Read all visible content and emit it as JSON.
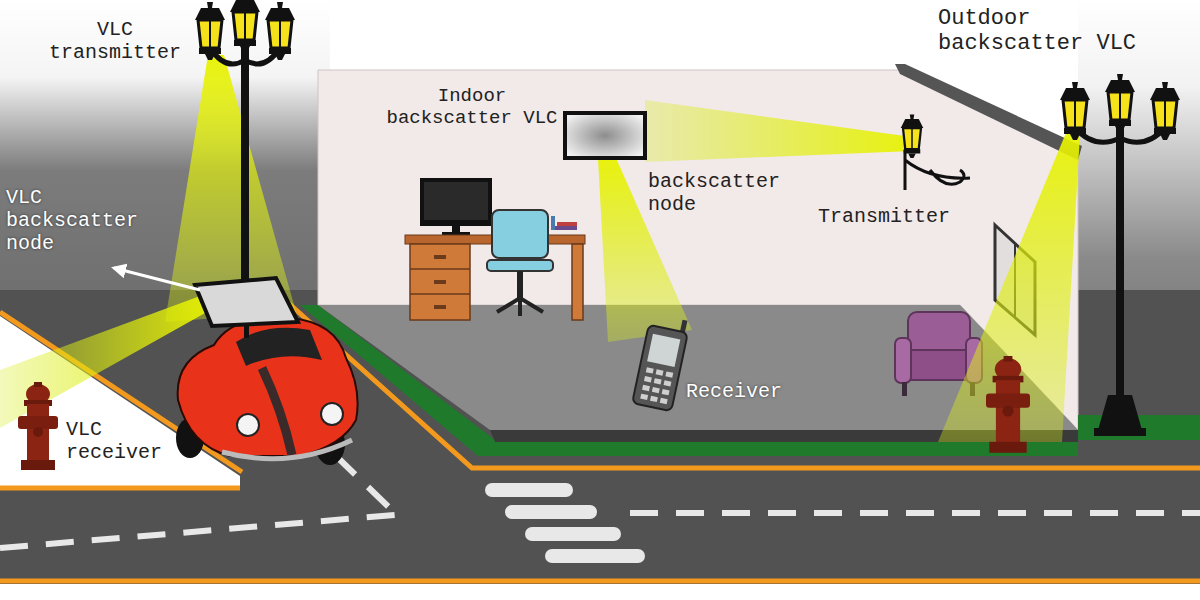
{
  "diagram": {
    "labels": [
      "VLC transmitter",
      "Outdoor backscatter VLC",
      "Indoor backscatter VLC",
      "VLC backscatter node",
      "backscatter node",
      "Transmitter",
      "Receiver",
      "VLC receiver"
    ]
  }
}
